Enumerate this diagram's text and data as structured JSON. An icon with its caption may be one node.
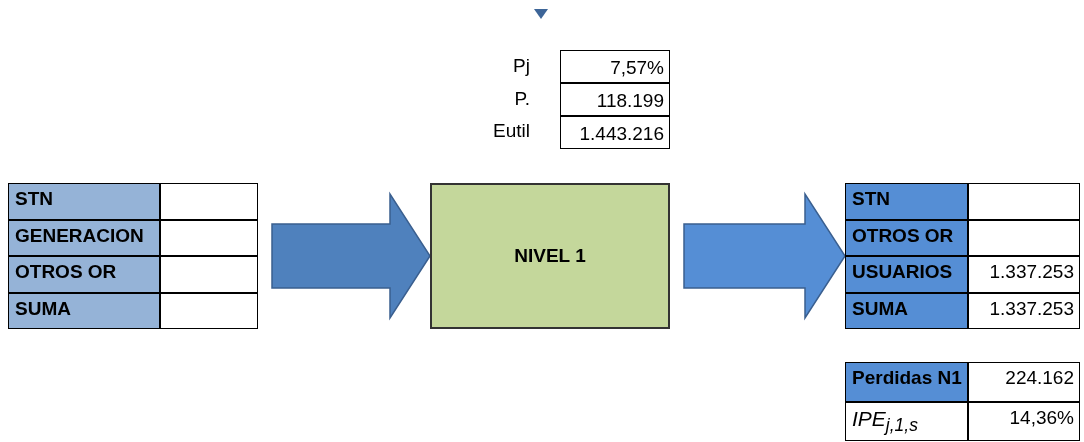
{
  "diagram": {
    "nodes": [
      {
        "text": [
          "STN",
          "GENERACION",
          "OTROS OR",
          "SUMA"
        ]
      },
      {
        "text": [
          "NIVEL 1"
        ]
      },
      {
        "text": [
          "STN",
          "OTROS OR",
          "USUARIOS",
          "SUMA"
        ]
      },
      {
        "text": [
          "Perdidas N1",
          "IPE$_{j,1,s}$"
        ]
      }
    ],
    "edges": [
      {
        "from": 0,
        "to": 1,
        "arrow": "to",
        "style": "thick"
      },
      {
        "from": 1,
        "to": 2,
        "arrow": "to",
        "style": "thick"
      }
    ],
    "labels": [
      "Pj",
      "7,57%",
      "P.",
      "118.199",
      "Eutil",
      "1.443.216",
      "1.337.253",
      "1.337.253",
      "224.162",
      "14,36%"
    ]
  }
}
